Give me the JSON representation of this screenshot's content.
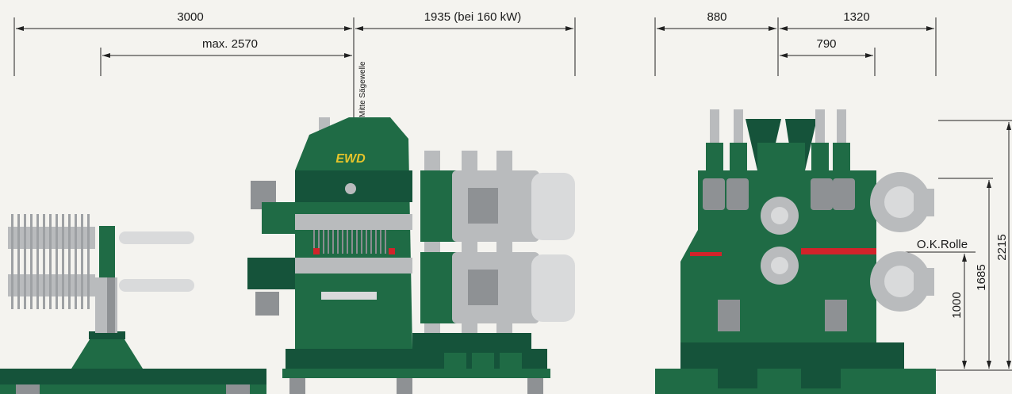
{
  "brand": {
    "logo_text": "EWD",
    "logo_color": "#e6c42a"
  },
  "colors": {
    "machine_green": "#1f6b45",
    "steel": "#b9bbbd",
    "marker_red": "#d2232a"
  },
  "dimensions_side_view": {
    "overall_left": "3000",
    "max_left": "max. 2570",
    "right_span": "1935 (bei 160 kW)",
    "saw_axis_label": "Mitte Sägewelle"
  },
  "dimensions_front_view": {
    "top_left": "880",
    "top_right": "1320",
    "inner_right": "790",
    "height_total": "2215",
    "height_mid": "1685",
    "height_low": "1000",
    "roller_label": "O.K.Rolle"
  }
}
